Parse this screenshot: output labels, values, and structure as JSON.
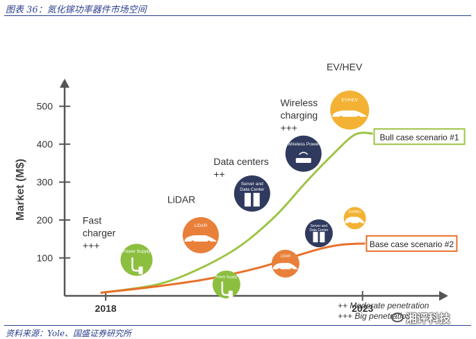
{
  "title": "图表 36：氮化镓功率器件市场空间",
  "source": "资料来源：Yole、国盛证券研究所",
  "watermark": "湘评科技",
  "colors": {
    "axis": "#555555",
    "bull": "#9dc445",
    "base": "#e8702a",
    "navy": "#2f3a5e",
    "green": "#8cbf3f",
    "orange": "#e8803a",
    "yellow": "#f3b233"
  },
  "chart_data": {
    "type": "line",
    "ylabel": "Market (M$)",
    "ylim": [
      0,
      560
    ],
    "yticks": [
      100,
      200,
      300,
      400,
      500
    ],
    "xlim": [
      2017.2,
      2024.6
    ],
    "xticks": [
      2018,
      2023
    ],
    "series": [
      {
        "name": "Bull case scenario #1",
        "color": "#9dc445",
        "points": [
          [
            2017.9,
            8
          ],
          [
            2019.0,
            30
          ],
          [
            2019.8,
            70
          ],
          [
            2020.6,
            130
          ],
          [
            2021.3,
            210
          ],
          [
            2021.9,
            300
          ],
          [
            2022.4,
            370
          ],
          [
            2022.85,
            425
          ],
          [
            2023.2,
            428
          ]
        ]
      },
      {
        "name": "Base case scenario #2",
        "color": "#e8702a",
        "points": [
          [
            2017.9,
            8
          ],
          [
            2019.0,
            25
          ],
          [
            2020.0,
            45
          ],
          [
            2021.0,
            75
          ],
          [
            2021.7,
            105
          ],
          [
            2022.2,
            125
          ],
          [
            2022.6,
            135
          ],
          [
            2023.05,
            138
          ]
        ]
      }
    ],
    "segments": [
      {
        "label_lines": [
          "Fast",
          "charger",
          "+++"
        ],
        "icon": "Power Supply",
        "color": "#8cbf3f",
        "x": 2018.6,
        "y": 95,
        "r": 23,
        "lx": 2017.55,
        "ly": 190
      },
      {
        "label_lines": [
          "LiDAR"
        ],
        "icon": "LiDAR",
        "color": "#e8803a",
        "x": 2019.85,
        "y": 160,
        "r": 26,
        "lx": 2019.2,
        "ly": 245
      },
      {
        "label_lines": [
          "Data centers",
          "++"
        ],
        "icon": "Server and Data Center",
        "color": "#2f3a5e",
        "x": 2020.85,
        "y": 270,
        "r": 26,
        "lx": 2020.1,
        "ly": 345
      },
      {
        "label_lines": [
          "Wireless",
          "charging",
          "+++"
        ],
        "icon": "Wireless Power",
        "color": "#2f3a5e",
        "x": 2021.85,
        "y": 375,
        "r": 26,
        "lx": 2021.4,
        "ly": 500
      },
      {
        "label_lines": [
          "EV/HEV"
        ],
        "icon": "EV/HEV",
        "color": "#f3b233",
        "x": 2022.75,
        "y": 490,
        "r": 28,
        "lx": 2022.3,
        "ly": 595
      },
      {
        "label_lines": [],
        "icon": "Power Supply",
        "color": "#8cbf3f",
        "x": 2020.35,
        "y": 30,
        "r": 20,
        "lx": 0,
        "ly": 0
      },
      {
        "label_lines": [],
        "icon": "LiDAR",
        "color": "#e8803a",
        "x": 2021.5,
        "y": 85,
        "r": 20,
        "lx": 0,
        "ly": 0
      },
      {
        "label_lines": [],
        "icon": "Server and Data Center",
        "color": "#2f3a5e",
        "x": 2022.15,
        "y": 165,
        "r": 20,
        "lx": 0,
        "ly": 0
      },
      {
        "label_lines": [],
        "icon": "EV/HEV",
        "color": "#f3b233",
        "x": 2022.85,
        "y": 205,
        "r": 16,
        "lx": 0,
        "ly": 0
      }
    ],
    "annotations": [
      {
        "text": "Bull case scenario #1",
        "color": "#9dc445",
        "x": 2023.2,
        "y": 420
      },
      {
        "text": "Base case scenario #2",
        "color": "#e8702a",
        "x": 2023.05,
        "y": 138
      }
    ],
    "legend_notes": [
      "++ Moderate penetration",
      "+++ Big penetration"
    ]
  }
}
